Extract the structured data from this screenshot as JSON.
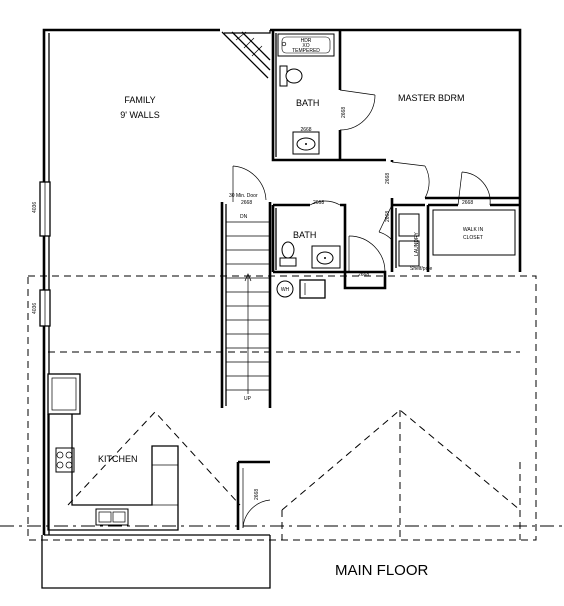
{
  "plan": {
    "title": "MAIN FLOOR",
    "rooms": {
      "family": "FAMILY",
      "family_walls": "9' WALLS",
      "bath_master": "BATH",
      "master_bedroom": "MASTER BDRM",
      "bath_hall": "BATH",
      "walk_in_closet_line1": "WALK IN",
      "walk_in_closet_line2": "CLOSET",
      "laundry": "LAUNDRY",
      "kitchen": "KITCHEN"
    },
    "fixtures": {
      "shower_line1": "HDR",
      "shower_line2": "XO",
      "shower_line3": "TEMPERED",
      "water_heater": "WH",
      "stair_down": "DN",
      "stair_up": "UP",
      "min_door": "30 Min. Door",
      "shelf": "Shelf/pole"
    },
    "door_sizes": {
      "family_window_upper": "4036",
      "family_window_lower": "4036",
      "master_bath_door": "2668",
      "master_bath_closet": "2668",
      "master_bdrm_door": "2668",
      "stair_door": "2668",
      "hall_bath_door": "2668",
      "hall_door": "2668",
      "laundry_door": "2668",
      "closet_door": "2668",
      "wh_door": "2668",
      "garage_door": "2668"
    }
  }
}
